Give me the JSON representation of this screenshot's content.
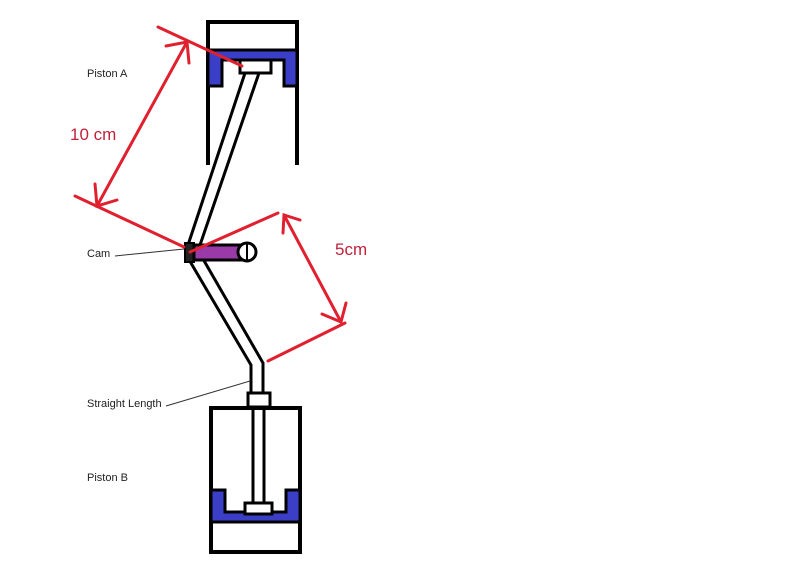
{
  "labels": {
    "piston_a": "Piston A",
    "cam": "Cam",
    "straight_length": "Straight Length",
    "piston_b": "Piston B"
  },
  "dimensions": {
    "upper": "10 cm",
    "lower": "5cm"
  },
  "colors": {
    "piston": "#3b3fc8",
    "cam": "#9a3aa8",
    "dimension": "#e0202e",
    "outline": "#000000"
  }
}
